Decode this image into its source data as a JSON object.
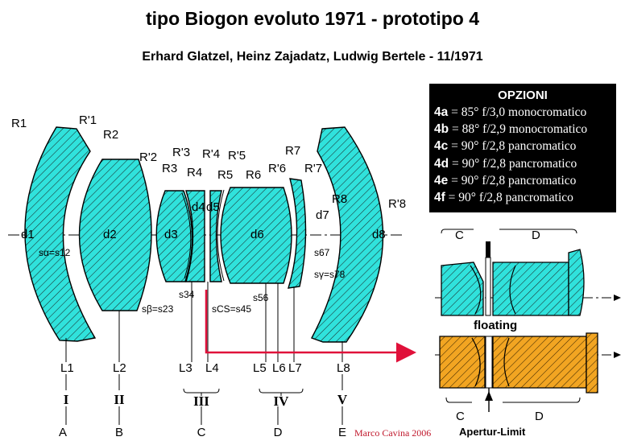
{
  "header": {
    "title": "tipo Biogon evoluto 1971 - prototipo 4",
    "subtitle": "Erhard Glatzel, Heinz Zajadatz, Ludwig Bertele - 11/1971"
  },
  "options": {
    "heading": "OPZIONI",
    "items": [
      {
        "code": "4a",
        "text": " = 85° f/3,0 monocromatico"
      },
      {
        "code": "4b",
        "text": " = 88° f/2,9 monocromatico"
      },
      {
        "code": "4c",
        "text": " = 90° f/2,8 pancromatico"
      },
      {
        "code": "4d",
        "text": " = 90° f/2,8 pancromatico"
      },
      {
        "code": "4e",
        "text": " = 90° f/2,8 pancromatico"
      },
      {
        "code": "4f",
        "text": " = 90° f/2,8 pancromatico"
      }
    ]
  },
  "diagram": {
    "radius_labels": [
      "R1",
      "R'1",
      "R2",
      "R'2",
      "R3",
      "R'3",
      "R4",
      "R'4",
      "R5",
      "R'5",
      "R6",
      "R'6",
      "R7",
      "R'7",
      "R8",
      "R'8"
    ],
    "thickness_labels": [
      "d1",
      "d2",
      "d3",
      "d4",
      "d5",
      "d6",
      "d7",
      "d8"
    ],
    "spacing_labels": [
      "sα=s12",
      "sβ=s23",
      "s34",
      "sCS=s45",
      "s56",
      "s67",
      "sγ=s78"
    ],
    "lens_labels": [
      "L1",
      "L2",
      "L3",
      "L4",
      "L5",
      "L6",
      "L7",
      "L8"
    ],
    "group_roman": [
      "I",
      "II",
      "III",
      "IV",
      "V"
    ],
    "group_letters": [
      "A",
      "B",
      "C",
      "D",
      "E"
    ]
  },
  "inset": {
    "label_c_top": "C",
    "label_d_top": "D",
    "floating_label": "floating",
    "label_c_bottom": "C",
    "label_d_bottom": "D",
    "aperture_label": "Apertur-Limit"
  },
  "credit": "Marco Cavina 2006",
  "colors": {
    "cyan": "#30e2dc",
    "orange": "#f2a522",
    "arrow": "#e0103a"
  }
}
